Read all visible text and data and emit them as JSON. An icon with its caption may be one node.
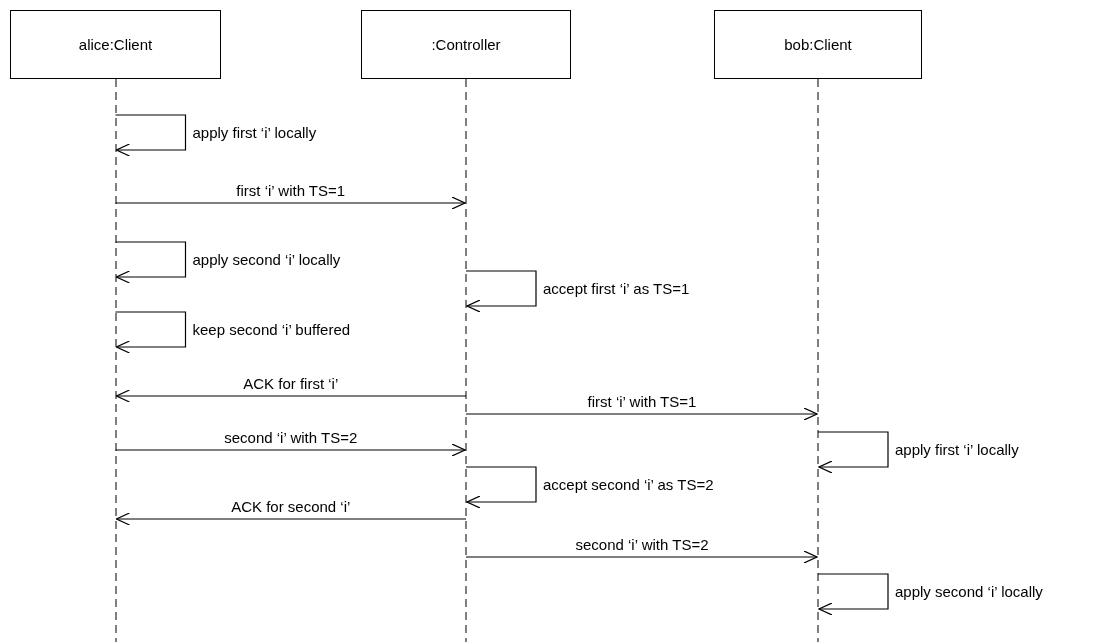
{
  "diagram": {
    "nodes": [
      {
        "text": [
          "alice:Client"
        ]
      },
      {
        "text": [
          ":Controller"
        ]
      },
      {
        "text": [
          "bob:Client"
        ]
      }
    ],
    "edges": [
      {
        "from": 0,
        "to": 0,
        "arrow": "to",
        "label": "apply first ‘i’ locally"
      },
      {
        "from": 0,
        "to": 1,
        "arrow": "to",
        "label": "first ‘i’ with TS=1"
      },
      {
        "from": 0,
        "to": 0,
        "arrow": "to",
        "label": "apply second ‘i’ locally"
      },
      {
        "from": 1,
        "to": 1,
        "arrow": "to",
        "label": "accept first ‘i’ as TS=1"
      },
      {
        "from": 0,
        "to": 0,
        "arrow": "to",
        "label": "keep second ‘i’ buffered"
      },
      {
        "from": 1,
        "to": 0,
        "arrow": "to",
        "label": "ACK for first ‘i’"
      },
      {
        "from": 1,
        "to": 2,
        "arrow": "to",
        "label": "first ‘i’ with TS=1"
      },
      {
        "from": 0,
        "to": 1,
        "arrow": "to",
        "label": "second ‘i’ with TS=2"
      },
      {
        "from": 2,
        "to": 2,
        "arrow": "to",
        "label": "apply first ‘i’ locally"
      },
      {
        "from": 1,
        "to": 1,
        "arrow": "to",
        "label": "accept second ‘i’ as TS=2"
      },
      {
        "from": 1,
        "to": 0,
        "arrow": "to",
        "label": "ACK for second ‘i’"
      },
      {
        "from": 1,
        "to": 2,
        "arrow": "to",
        "label": "second ‘i’ with TS=2"
      },
      {
        "from": 2,
        "to": 2,
        "arrow": "to",
        "label": "apply second ‘i’ locally"
      }
    ]
  }
}
